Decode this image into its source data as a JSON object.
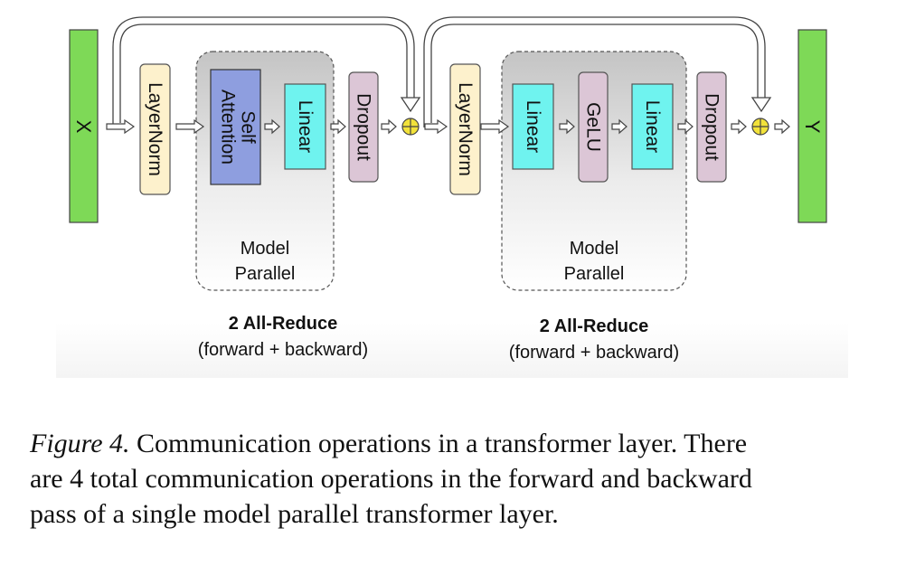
{
  "diagram": {
    "input_label": "X",
    "output_label": "Y",
    "blocks": {
      "layernorm_1": "LayerNorm",
      "self_attention_line1": "Self",
      "self_attention_line2": "Attention",
      "linear_1": "Linear",
      "dropout_1": "Dropout",
      "layernorm_2": "LayerNorm",
      "linear_2": "Linear",
      "gelu": "GeLU",
      "linear_3": "Linear",
      "dropout_2": "Dropout"
    },
    "group_1": {
      "label_line1": "Model",
      "label_line2": "Parallel"
    },
    "group_2": {
      "label_line1": "Model",
      "label_line2": "Parallel"
    },
    "note_1": {
      "title": "2 All-Reduce",
      "subtitle": "(forward + backward)"
    },
    "note_2": {
      "title": "2 All-Reduce",
      "subtitle": "(forward + backward)"
    },
    "colors": {
      "io": "#7ed957",
      "layernorm": "#fdf1cc",
      "attention": "#8e9edf",
      "linear": "#6ff3ef",
      "dropout": "#dcc6d6",
      "gelu": "#dcc6d6",
      "add": "#f2e23a",
      "group_fill_top": "#c8c8c8",
      "group_fill_bottom": "#ffffff"
    }
  },
  "caption": {
    "figure_label": "Figure 4.",
    "line1_rest": " Communication operations in a transformer layer. There",
    "line2": "are 4 total communication operations in the forward and backward",
    "line3": "pass of a single model parallel transformer layer."
  }
}
